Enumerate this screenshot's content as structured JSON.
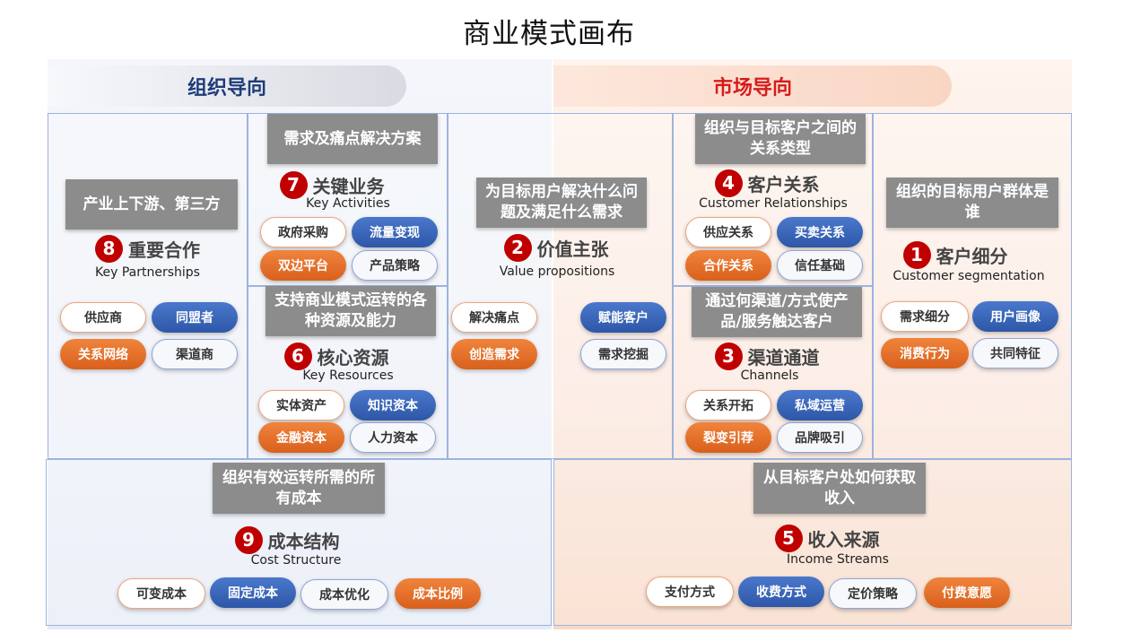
{
  "title": "商业模式画布",
  "orientation": {
    "left": "组织导向",
    "right": "市场导向"
  },
  "blocks": {
    "partners": {
      "question": "产业上下游、第三方",
      "num": "8",
      "cn": "重要合作",
      "en": "Key Partnerships",
      "tags": [
        "供应商",
        "同盟者",
        "关系网络",
        "渠道商"
      ]
    },
    "activities": {
      "question": "需求及痛点解决方案",
      "num": "7",
      "cn": "关键业务",
      "en": "Key Activities",
      "tags": [
        "政府采购",
        "流量变现",
        "双边平台",
        "产品策略"
      ]
    },
    "resources": {
      "question": "支持商业模式运转的各种资源及能力",
      "num": "6",
      "cn": "核心资源",
      "en": "Key Resources",
      "tags": [
        "实体资产",
        "知识资本",
        "金融资本",
        "人力资本"
      ]
    },
    "value": {
      "question": "为目标用户解决什么问题及满足什么需求",
      "num": "2",
      "cn": "价值主张",
      "en": "Value propositions",
      "tags": [
        "解决痛点",
        "赋能客户",
        "创造需求",
        "需求挖掘"
      ]
    },
    "relationships": {
      "question": "组织与目标客户之间的关系类型",
      "num": "4",
      "cn": "客户关系",
      "en": "Customer Relationships",
      "tags": [
        "供应关系",
        "买卖关系",
        "合作关系",
        "信任基础"
      ]
    },
    "channels": {
      "question": "通过何渠道/方式使产品/服务触达客户",
      "num": "3",
      "cn": "渠道通道",
      "en": "Channels",
      "tags": [
        "关系开拓",
        "私域运营",
        "裂变引荐",
        "品牌吸引"
      ]
    },
    "segments": {
      "question": "组织的目标用户群体是谁",
      "num": "1",
      "cn": "客户细分",
      "en": "Customer segmentation",
      "tags": [
        "需求细分",
        "用户画像",
        "消费行为",
        "共同特征"
      ]
    },
    "cost": {
      "question": "组织有效运转所需的所有成本",
      "num": "9",
      "cn": "成本结构",
      "en": "Cost Structure",
      "tags": [
        "可变成本",
        "固定成本",
        "成本优化",
        "成本比例"
      ]
    },
    "revenue": {
      "question": "从目标客户处如何获取收入",
      "num": "5",
      "cn": "收入来源",
      "en": "Income Streams",
      "tags": [
        "支付方式",
        "收费方式",
        "定价策略",
        "付费意愿"
      ]
    }
  }
}
